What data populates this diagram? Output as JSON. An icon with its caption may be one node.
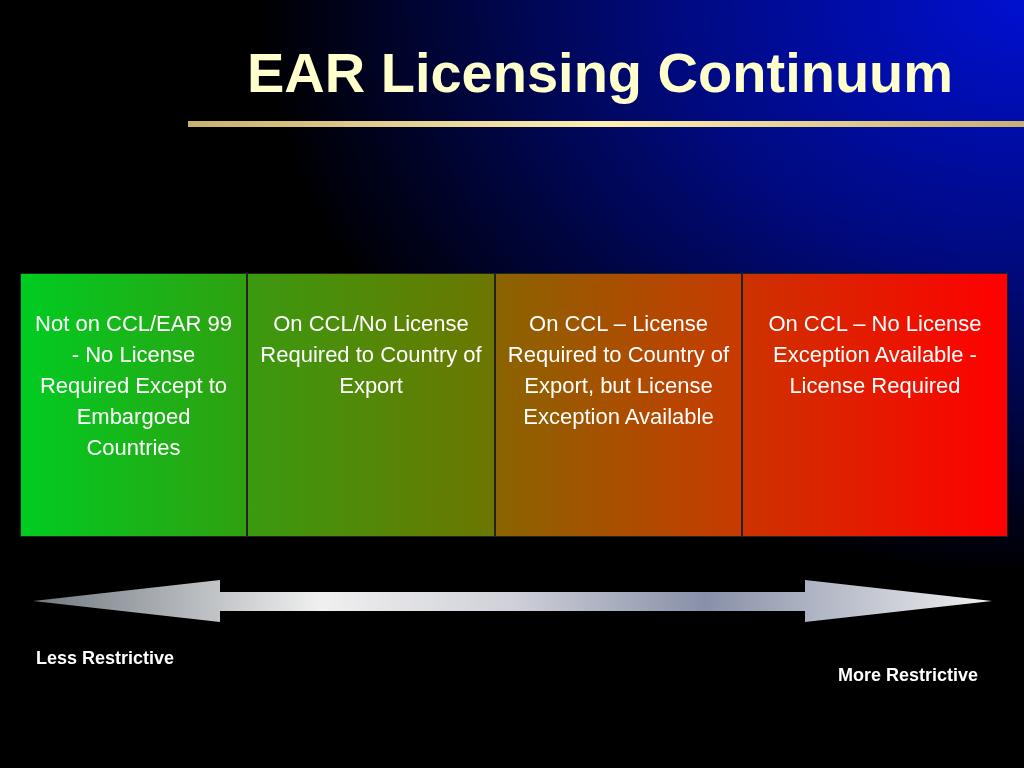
{
  "diagram": {
    "title": "EAR Licensing Continuum",
    "nodes": [
      {
        "text": [
          "Not on CCL/EAR 99 - No License Required Except to Embargoed Countries"
        ]
      },
      {
        "text": [
          "On CCL/No License Required to Country of Export"
        ]
      },
      {
        "text": [
          "On CCL – License Required to Country of Export, but License Exception Available"
        ]
      },
      {
        "text": [
          "On CCL – No License Exception Available - License Required"
        ]
      }
    ],
    "labels": [
      "Less Restrictive",
      "More Restrictive"
    ]
  }
}
